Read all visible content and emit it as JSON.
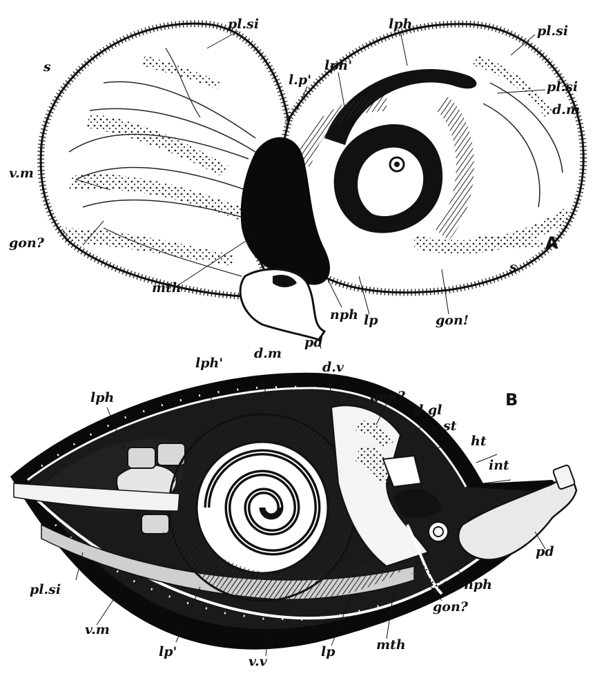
{
  "panel_a": {
    "letter": "A",
    "labels": {
      "pl_si_1": "pl.si",
      "lph": "lph",
      "lph_prime": "lph'",
      "pl_si_2": "pl.si",
      "pl_si_3": "pl.si",
      "s_1": "s",
      "lp_prime": "l.p'",
      "dm": "d.m",
      "vm": "v.m",
      "gon_q": "gon?",
      "s_2": "s",
      "mth": "mth",
      "nph": "nph",
      "lp": "lp",
      "gon_1": "gon!",
      "pd": "pd"
    }
  },
  "panel_b": {
    "letter": "B",
    "labels": {
      "lph_prime": "lph'",
      "dm": "d.m",
      "dv": "d.v",
      "lph": "lph",
      "gon_q_1": "gon?",
      "dgl": "d gl",
      "st": "st",
      "ht": "ht",
      "int": "int",
      "pd": "pd",
      "pl_si": "pl.si",
      "nph": "nph",
      "vm": "v.m",
      "gon_q_2": "gon?",
      "lp_prime": "lp'",
      "vv": "v.v",
      "lp": "lp",
      "mth": "mth"
    }
  }
}
